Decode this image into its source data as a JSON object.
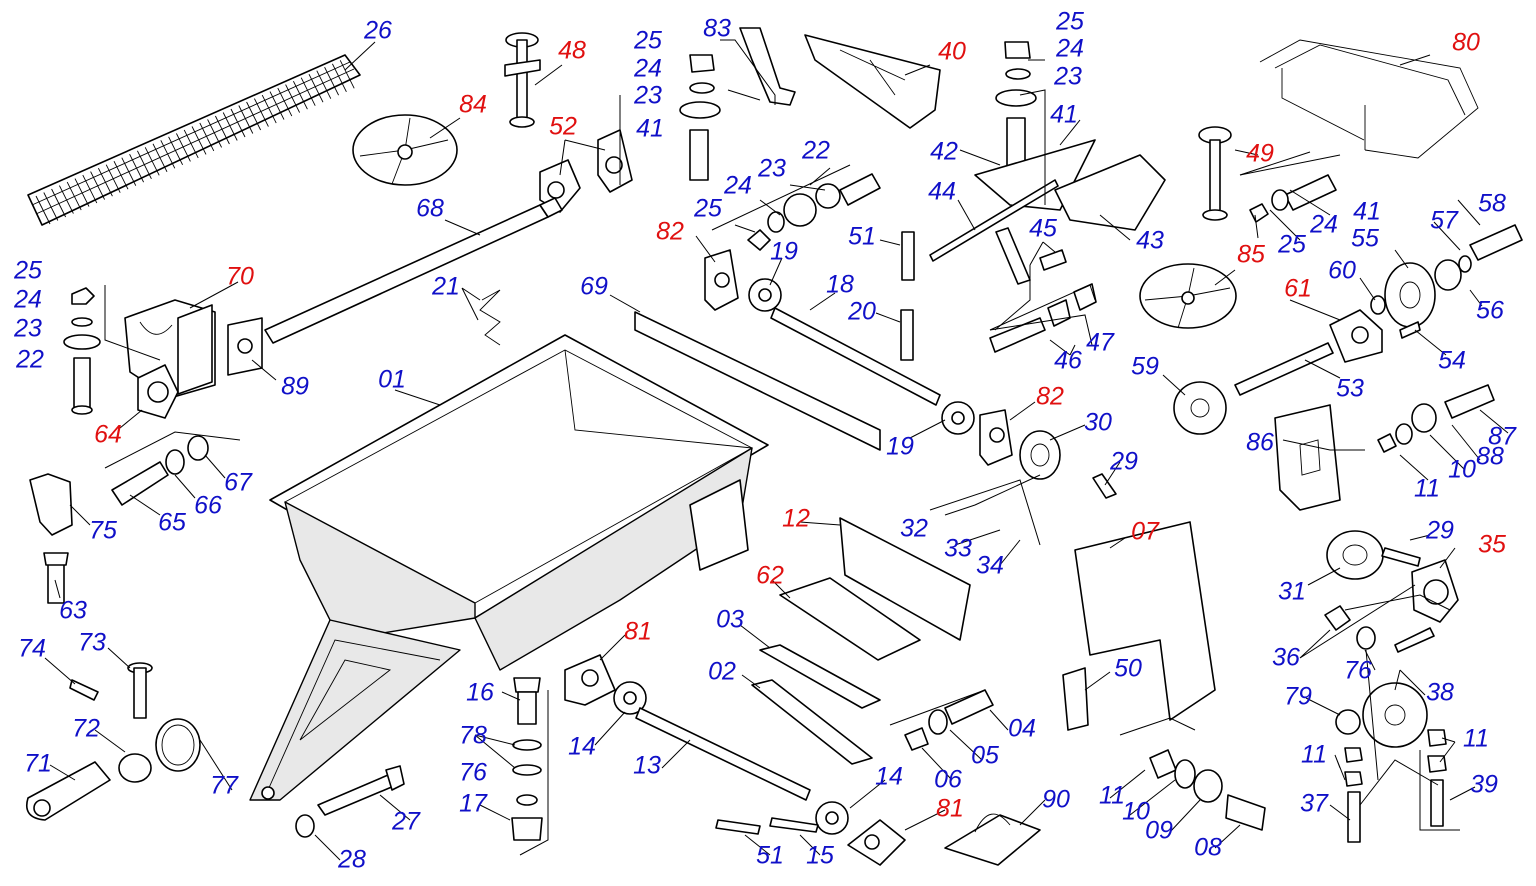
{
  "colors": {
    "standard": "#1010c8",
    "assembly": "#e01010",
    "line": "#000000"
  },
  "labels": [
    {
      "id": "26",
      "text": "26",
      "kind": "standard"
    },
    {
      "id": "48",
      "text": "48",
      "kind": "assembly"
    },
    {
      "id": "84",
      "text": "84",
      "kind": "assembly"
    },
    {
      "id": "52",
      "text": "52",
      "kind": "assembly"
    },
    {
      "id": "25a",
      "text": "25",
      "kind": "standard"
    },
    {
      "id": "24a",
      "text": "24",
      "kind": "standard"
    },
    {
      "id": "23a",
      "text": "23",
      "kind": "standard"
    },
    {
      "id": "41a",
      "text": "41",
      "kind": "standard"
    },
    {
      "id": "83",
      "text": "83",
      "kind": "standard"
    },
    {
      "id": "40",
      "text": "40",
      "kind": "assembly"
    },
    {
      "id": "25b",
      "text": "25",
      "kind": "standard"
    },
    {
      "id": "24b",
      "text": "24",
      "kind": "standard"
    },
    {
      "id": "23b",
      "text": "23",
      "kind": "standard"
    },
    {
      "id": "41b",
      "text": "41",
      "kind": "standard"
    },
    {
      "id": "80",
      "text": "80",
      "kind": "assembly"
    },
    {
      "id": "22a",
      "text": "22",
      "kind": "standard"
    },
    {
      "id": "23c",
      "text": "23",
      "kind": "standard"
    },
    {
      "id": "24c",
      "text": "24",
      "kind": "standard"
    },
    {
      "id": "25c",
      "text": "25",
      "kind": "standard"
    },
    {
      "id": "42",
      "text": "42",
      "kind": "standard"
    },
    {
      "id": "44",
      "text": "44",
      "kind": "standard"
    },
    {
      "id": "43",
      "text": "43",
      "kind": "standard"
    },
    {
      "id": "49",
      "text": "49",
      "kind": "assembly"
    },
    {
      "id": "41c",
      "text": "41",
      "kind": "standard"
    },
    {
      "id": "24d",
      "text": "24",
      "kind": "standard"
    },
    {
      "id": "25d",
      "text": "25",
      "kind": "standard"
    },
    {
      "id": "68",
      "text": "68",
      "kind": "standard"
    },
    {
      "id": "82a",
      "text": "82",
      "kind": "assembly"
    },
    {
      "id": "19a",
      "text": "19",
      "kind": "standard"
    },
    {
      "id": "51a",
      "text": "51",
      "kind": "standard"
    },
    {
      "id": "45",
      "text": "45",
      "kind": "standard"
    },
    {
      "id": "85",
      "text": "85",
      "kind": "assembly"
    },
    {
      "id": "58",
      "text": "58",
      "kind": "standard"
    },
    {
      "id": "57",
      "text": "57",
      "kind": "standard"
    },
    {
      "id": "55",
      "text": "55",
      "kind": "standard"
    },
    {
      "id": "25e",
      "text": "25",
      "kind": "standard"
    },
    {
      "id": "24e",
      "text": "24",
      "kind": "standard"
    },
    {
      "id": "23d",
      "text": "23",
      "kind": "standard"
    },
    {
      "id": "22b",
      "text": "22",
      "kind": "standard"
    },
    {
      "id": "70",
      "text": "70",
      "kind": "assembly"
    },
    {
      "id": "21",
      "text": "21",
      "kind": "standard"
    },
    {
      "id": "69",
      "text": "69",
      "kind": "standard"
    },
    {
      "id": "18",
      "text": "18",
      "kind": "standard"
    },
    {
      "id": "20",
      "text": "20",
      "kind": "standard"
    },
    {
      "id": "60",
      "text": "60",
      "kind": "standard"
    },
    {
      "id": "61",
      "text": "61",
      "kind": "assembly"
    },
    {
      "id": "56",
      "text": "56",
      "kind": "standard"
    },
    {
      "id": "46",
      "text": "46",
      "kind": "standard"
    },
    {
      "id": "47",
      "text": "47",
      "kind": "standard"
    },
    {
      "id": "54",
      "text": "54",
      "kind": "standard"
    },
    {
      "id": "89",
      "text": "89",
      "kind": "standard"
    },
    {
      "id": "01",
      "text": "01",
      "kind": "standard"
    },
    {
      "id": "59",
      "text": "59",
      "kind": "standard"
    },
    {
      "id": "53",
      "text": "53",
      "kind": "standard"
    },
    {
      "id": "82b",
      "text": "82",
      "kind": "assembly"
    },
    {
      "id": "30",
      "text": "30",
      "kind": "standard"
    },
    {
      "id": "87",
      "text": "87",
      "kind": "standard"
    },
    {
      "id": "64",
      "text": "64",
      "kind": "assembly"
    },
    {
      "id": "19b",
      "text": "19",
      "kind": "standard"
    },
    {
      "id": "86",
      "text": "86",
      "kind": "standard"
    },
    {
      "id": "88",
      "text": "88",
      "kind": "standard"
    },
    {
      "id": "10a",
      "text": "10",
      "kind": "standard"
    },
    {
      "id": "29a",
      "text": "29",
      "kind": "standard"
    },
    {
      "id": "11a",
      "text": "11",
      "kind": "standard"
    },
    {
      "id": "67",
      "text": "67",
      "kind": "standard"
    },
    {
      "id": "75",
      "text": "75",
      "kind": "standard"
    },
    {
      "id": "65",
      "text": "65",
      "kind": "standard"
    },
    {
      "id": "66",
      "text": "66",
      "kind": "standard"
    },
    {
      "id": "32",
      "text": "32",
      "kind": "standard"
    },
    {
      "id": "12",
      "text": "12",
      "kind": "assembly"
    },
    {
      "id": "07",
      "text": "07",
      "kind": "assembly"
    },
    {
      "id": "29b",
      "text": "29",
      "kind": "standard"
    },
    {
      "id": "35",
      "text": "35",
      "kind": "assembly"
    },
    {
      "id": "33",
      "text": "33",
      "kind": "standard"
    },
    {
      "id": "34",
      "text": "34",
      "kind": "standard"
    },
    {
      "id": "31",
      "text": "31",
      "kind": "standard"
    },
    {
      "id": "62",
      "text": "62",
      "kind": "assembly"
    },
    {
      "id": "63",
      "text": "63",
      "kind": "standard"
    },
    {
      "id": "74",
      "text": "74",
      "kind": "standard"
    },
    {
      "id": "73",
      "text": "73",
      "kind": "standard"
    },
    {
      "id": "81a",
      "text": "81",
      "kind": "assembly"
    },
    {
      "id": "03",
      "text": "03",
      "kind": "standard"
    },
    {
      "id": "50",
      "text": "50",
      "kind": "standard"
    },
    {
      "id": "36",
      "text": "36",
      "kind": "standard"
    },
    {
      "id": "76a",
      "text": "76",
      "kind": "standard"
    },
    {
      "id": "02",
      "text": "02",
      "kind": "standard"
    },
    {
      "id": "38",
      "text": "38",
      "kind": "standard"
    },
    {
      "id": "16",
      "text": "16",
      "kind": "standard"
    },
    {
      "id": "79",
      "text": "79",
      "kind": "standard"
    },
    {
      "id": "72",
      "text": "72",
      "kind": "standard"
    },
    {
      "id": "04",
      "text": "04",
      "kind": "standard"
    },
    {
      "id": "14a",
      "text": "14",
      "kind": "standard"
    },
    {
      "id": "78",
      "text": "78",
      "kind": "standard"
    },
    {
      "id": "71",
      "text": "71",
      "kind": "standard"
    },
    {
      "id": "13",
      "text": "13",
      "kind": "standard"
    },
    {
      "id": "05",
      "text": "05",
      "kind": "standard"
    },
    {
      "id": "11b",
      "text": "11",
      "kind": "standard"
    },
    {
      "id": "11c",
      "text": "11",
      "kind": "standard"
    },
    {
      "id": "76b",
      "text": "76",
      "kind": "standard"
    },
    {
      "id": "06",
      "text": "06",
      "kind": "standard"
    },
    {
      "id": "77",
      "text": "77",
      "kind": "standard"
    },
    {
      "id": "14b",
      "text": "14",
      "kind": "standard"
    },
    {
      "id": "39",
      "text": "39",
      "kind": "standard"
    },
    {
      "id": "81b",
      "text": "81",
      "kind": "assembly"
    },
    {
      "id": "11d",
      "text": "11",
      "kind": "standard"
    },
    {
      "id": "90",
      "text": "90",
      "kind": "standard"
    },
    {
      "id": "17",
      "text": "17",
      "kind": "standard"
    },
    {
      "id": "37",
      "text": "37",
      "kind": "standard"
    },
    {
      "id": "10b",
      "text": "10",
      "kind": "standard"
    },
    {
      "id": "27",
      "text": "27",
      "kind": "standard"
    },
    {
      "id": "09",
      "text": "09",
      "kind": "standard"
    },
    {
      "id": "51b",
      "text": "51",
      "kind": "standard"
    },
    {
      "id": "15",
      "text": "15",
      "kind": "standard"
    },
    {
      "id": "08",
      "text": "08",
      "kind": "standard"
    },
    {
      "id": "28",
      "text": "28",
      "kind": "standard"
    }
  ]
}
